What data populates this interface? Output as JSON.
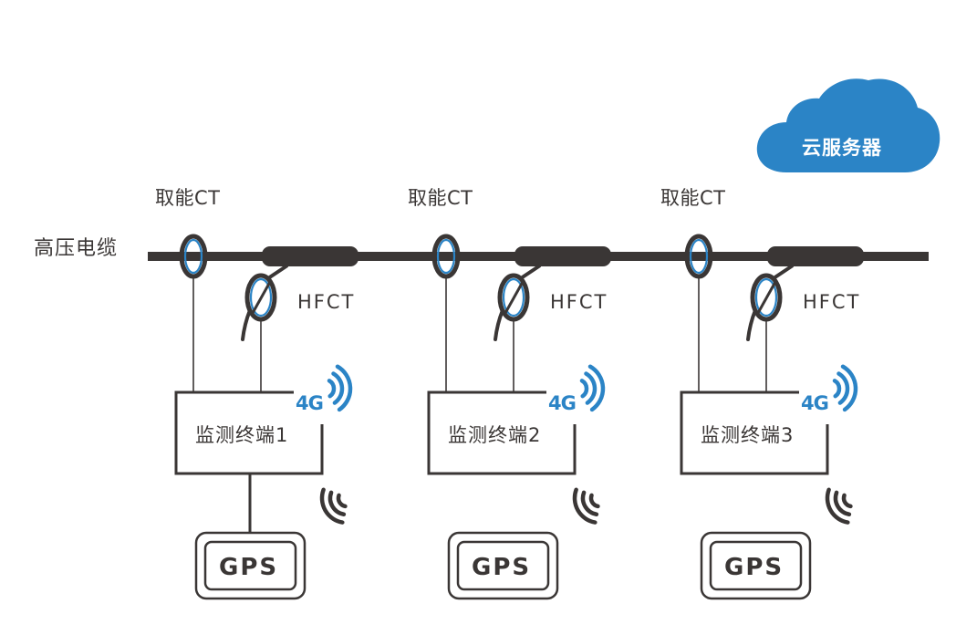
{
  "cloud": {
    "label": "云服务器",
    "color": "#2b84c6"
  },
  "cable": {
    "label": "高压电缆",
    "color": "#3a3635"
  },
  "accent": {
    "sensor_ring": "#2b84c6",
    "signal": "#2b84c6",
    "line": "#3a3635"
  },
  "units": [
    {
      "ct_label": "取能CT",
      "hfct_label": "HFCT",
      "terminal_label": "监测终端1",
      "network": "4G",
      "gps_label": "GPS",
      "gps_wired": true
    },
    {
      "ct_label": "取能CT",
      "hfct_label": "HFCT",
      "terminal_label": "监测终端2",
      "network": "4G",
      "gps_label": "GPS",
      "gps_wired": false
    },
    {
      "ct_label": "取能CT",
      "hfct_label": "HFCT",
      "terminal_label": "监测终端3",
      "network": "4G",
      "gps_label": "GPS",
      "gps_wired": false
    }
  ]
}
